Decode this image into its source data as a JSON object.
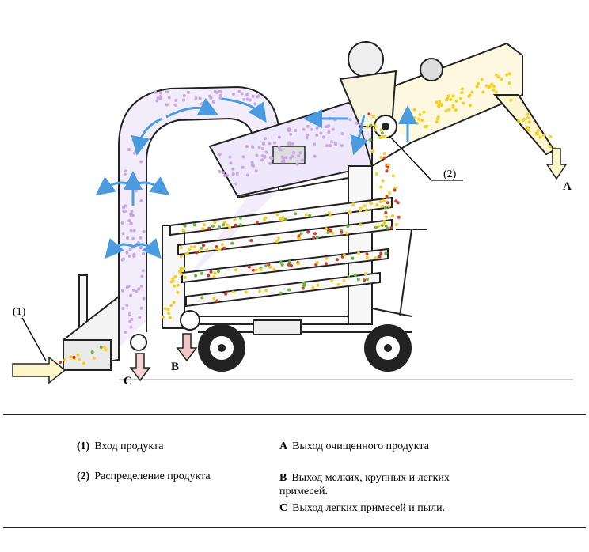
{
  "diagram": {
    "callouts": {
      "inlet": "(1)",
      "distribution": "(2)",
      "out_a": "A",
      "out_b": "B",
      "out_c": "C"
    },
    "colors": {
      "air_flow": "#4a9be0",
      "light_particles": "#c9a6e8",
      "clean_product": "#f5d020",
      "small_impurities": "#d83a2a",
      "large_impurities": "#6ab83a",
      "machine_line": "#222222"
    }
  },
  "legend": {
    "left": [
      {
        "key": "(1)",
        "text": "Вход продукта"
      },
      {
        "key": "(2)",
        "text": "Распределение продукта"
      }
    ],
    "right": [
      {
        "key": "A",
        "text": "Выход очищенного продукта"
      },
      {
        "key": "B",
        "text": "Выход мелких, крупных и легких",
        "text2": "примесей",
        "tail": "."
      },
      {
        "key": "C",
        "text": "Выход легких примесей и пыли."
      }
    ]
  }
}
